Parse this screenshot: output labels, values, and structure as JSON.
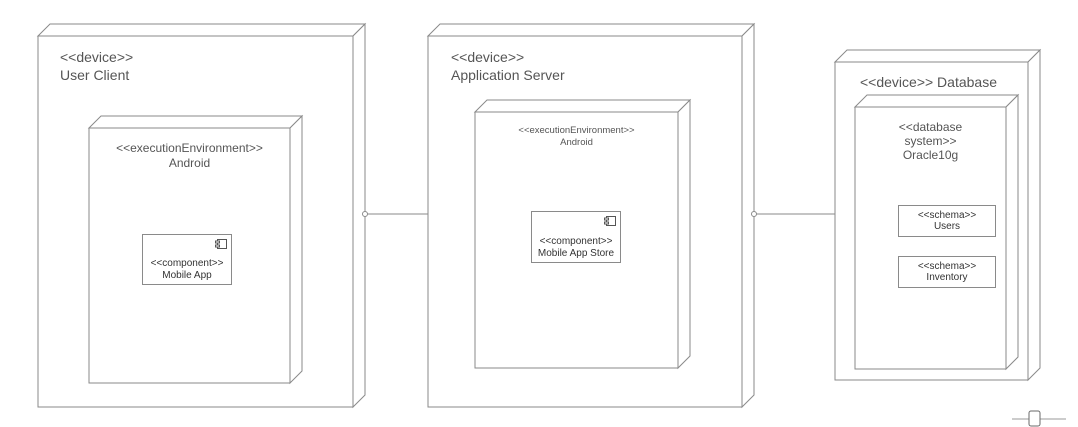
{
  "nodes": {
    "user_client": {
      "stereotype": "<<device>>",
      "name": "User Client",
      "env": {
        "stereotype": "<<executionEnvironment>>",
        "name": "Android"
      },
      "component": {
        "stereotype": "<<component>>",
        "name": "Mobile App"
      }
    },
    "app_server": {
      "stereotype": "<<device>>",
      "name": "Application Server",
      "env": {
        "stereotype": "<<executionEnvironment>>",
        "name": "Android"
      },
      "component": {
        "stereotype": "<<component>>",
        "name": "Mobile App Store"
      }
    },
    "database": {
      "label": "<<device>> Database",
      "db_system": {
        "line1": "<<database",
        "line2": "system>>",
        "name": "Oracle10g"
      },
      "schemas": [
        {
          "stereotype": "<<schema>>",
          "name": "Users"
        },
        {
          "stereotype": "<<schema>>",
          "name": "Inventory"
        }
      ]
    }
  },
  "colors": {
    "line": "#8a8a8a",
    "text": "#555555",
    "background": "#ffffff"
  }
}
